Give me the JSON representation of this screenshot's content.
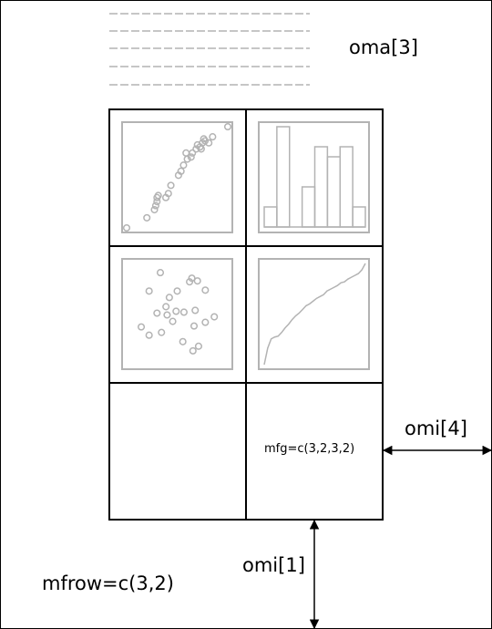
{
  "labels": {
    "oma3": "oma[3]",
    "omi4": "omi[4]",
    "omi1": "omi[1]",
    "mfrow": "mfrow=c(3,2)",
    "mfg": "mfg=c(3,2,3,2)"
  },
  "colors": {
    "plot_gray": "#b3b3b3",
    "line_black": "#000000",
    "background": "#ffffff"
  },
  "layout_info": {
    "rows": 3,
    "cols": 2,
    "outer_margin_text_lines": 5
  },
  "chart_data": [
    {
      "type": "scatter",
      "panel": "row1-col1",
      "points": [
        [
          0,
          0
        ],
        [
          1.6,
          0.5
        ],
        [
          2.2,
          0.9
        ],
        [
          2.3,
          1.1
        ],
        [
          2.4,
          1.3
        ],
        [
          2.5,
          1.6
        ],
        [
          2.4,
          1.5
        ],
        [
          3.1,
          1.5
        ],
        [
          3.3,
          1.7
        ],
        [
          3.5,
          2.1
        ],
        [
          4.1,
          2.6
        ],
        [
          4.3,
          2.8
        ],
        [
          4.5,
          3.1
        ],
        [
          4.8,
          3.4
        ],
        [
          4.7,
          3.7
        ],
        [
          5.2,
          3.7
        ],
        [
          5.5,
          3.9
        ],
        [
          5.6,
          4.1
        ],
        [
          5.8,
          4.0
        ],
        [
          6.0,
          4.2
        ],
        [
          5.9,
          3.9
        ],
        [
          6.2,
          4.3
        ],
        [
          6.1,
          4.4
        ],
        [
          6.5,
          4.2
        ],
        [
          6.8,
          4.5
        ],
        [
          8.0,
          5.0
        ],
        [
          5.1,
          3.5
        ]
      ],
      "xlim": [
        0,
        8
      ],
      "ylim": [
        0,
        5
      ]
    },
    {
      "type": "bar",
      "panel": "row1-col2",
      "categories": [
        "1",
        "2",
        "3",
        "4",
        "5",
        "6",
        "7",
        "8"
      ],
      "values": [
        2,
        10,
        0,
        4,
        8,
        7,
        8,
        2
      ],
      "ylim": [
        0,
        10
      ]
    },
    {
      "type": "scatter",
      "panel": "row2-col1",
      "points": [
        [
          3.0,
          10
        ],
        [
          2.0,
          8
        ],
        [
          4.5,
          8
        ],
        [
          5.6,
          9
        ],
        [
          5.8,
          9.4
        ],
        [
          6.3,
          9.1
        ],
        [
          7.0,
          8.1
        ],
        [
          3.8,
          7.3
        ],
        [
          3.5,
          6.3
        ],
        [
          2.7,
          5.6
        ],
        [
          3.6,
          5.4
        ],
        [
          4.4,
          5.8
        ],
        [
          5.1,
          5.7
        ],
        [
          6.1,
          5.9
        ],
        [
          7.8,
          5.2
        ],
        [
          1.3,
          4.1
        ],
        [
          3.1,
          3.5
        ],
        [
          4.1,
          4.7
        ],
        [
          6.0,
          4.2
        ],
        [
          7.0,
          4.6
        ],
        [
          5.9,
          1.5
        ],
        [
          5.0,
          2.5
        ],
        [
          6.4,
          2.0
        ],
        [
          2.0,
          3.2
        ]
      ],
      "xlim": [
        0,
        9
      ],
      "ylim": [
        0,
        11
      ]
    },
    {
      "type": "line",
      "panel": "row2-col2",
      "x": [
        0,
        1,
        2,
        3,
        4,
        5,
        6,
        7,
        8,
        9,
        10,
        11,
        12,
        13,
        14,
        15,
        16,
        17,
        18,
        19,
        20,
        21,
        22,
        23,
        24,
        25,
        26,
        27,
        28,
        29
      ],
      "y": [
        0,
        1.8,
        2.8,
        3.0,
        3.1,
        3.5,
        4.0,
        4.4,
        4.9,
        5.3,
        5.6,
        6.0,
        6.4,
        6.6,
        6.9,
        7.2,
        7.4,
        7.6,
        8.0,
        8.2,
        8.4,
        8.6,
        8.9,
        9.0,
        9.3,
        9.5,
        9.7,
        9.9,
        10.3,
        11.0
      ],
      "xlim": [
        0,
        29
      ],
      "ylim": [
        0,
        11
      ]
    }
  ]
}
